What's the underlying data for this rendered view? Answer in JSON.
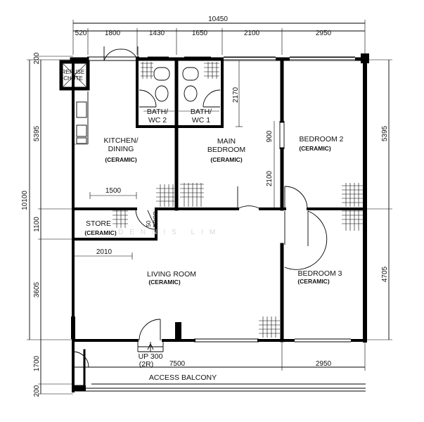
{
  "top_dimensions": {
    "overall": "10450",
    "segments": [
      "520",
      "1800",
      "1430",
      "1650",
      "2100",
      "2950"
    ]
  },
  "left_dimensions": {
    "overall": "10100",
    "segments": [
      "200",
      "5395",
      "1100",
      "3605"
    ]
  },
  "right_dimensions": {
    "segments": [
      "5395",
      "4705"
    ]
  },
  "bottom_left_dimensions": [
    "1700",
    "200"
  ],
  "bottom_dimensions": [
    "7500",
    "2950"
  ],
  "internal_dimensions": {
    "main_bedroom_depth": "2170",
    "window_900": "900",
    "wall_2100": "2100",
    "kitchen_1500": "1500",
    "store_2010": "2010"
  },
  "rooms": {
    "refuse_chute": [
      "REFUSE",
      "CHUTE"
    ],
    "bath2": [
      "BATH/",
      "WC  2"
    ],
    "bath1": [
      "BATH/",
      "WC  1"
    ],
    "kitchen": [
      "KITCHEN/",
      "DINING",
      "(CERAMIC)"
    ],
    "main_bedroom": [
      "MAIN",
      "BEDROOM",
      "(CERAMIC)"
    ],
    "bedroom2": [
      "BEDROOM 2",
      "(CERAMIC)"
    ],
    "store": [
      "STORE",
      "(CERAMIC)"
    ],
    "living": [
      "LIVING ROOM",
      "(CERAMIC)"
    ],
    "bedroom3": [
      "BEDROOM 3",
      "(CERAMIC)"
    ]
  },
  "labels": {
    "drop_value": "50",
    "drop_text": "DROP",
    "entrance_up": "UP 300",
    "entrance_risers": "(2R)",
    "access_balcony": "ACCESS BALCONY"
  },
  "watermark": "DENNIS LIM"
}
